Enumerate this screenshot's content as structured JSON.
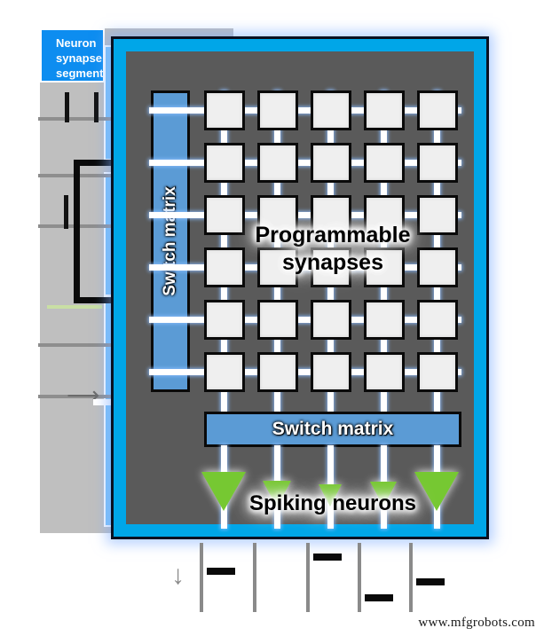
{
  "background_layer": {
    "neuron_box": {
      "lines": [
        "Neuron",
        "synapse",
        "segment"
      ]
    },
    "arrow_icon": "arrow-right",
    "panels": 3,
    "tick_marks": 6,
    "divider_lines": 5
  },
  "chip": {
    "switch_matrix_left_label": "Switch matrix",
    "switch_matrix_bottom_label": "Switch matrix",
    "synapses_label": "Programmable\nsynapses",
    "synapses_label_line1": "Programmable",
    "synapses_label_line2": "synapses",
    "neurons_label": "Spiking neurons",
    "grid": {
      "rows": 6,
      "cols": 5
    },
    "neurons": {
      "count": 5,
      "sizes": [
        34,
        22,
        18,
        20,
        34
      ]
    },
    "colors": {
      "border_blue": "#00A6E8",
      "die_gray": "#5A5A5A",
      "switch_matrix_blue": "#5B9BD5",
      "synapse_gray": "#EFEFEF",
      "neuron_green": "#76C832",
      "wire_white": "#FFFFFF"
    }
  },
  "raster": {
    "arrow_icon": "arrow-down",
    "lines": 5,
    "ticks": [
      {
        "line": 0,
        "side": "right",
        "y": 28
      },
      {
        "line": 2,
        "side": "right",
        "y": 12
      },
      {
        "line": 3,
        "side": "right",
        "y": 58
      },
      {
        "line": 4,
        "side": "right",
        "y": 40
      }
    ]
  },
  "watermark": {
    "text": "www.mfgrobots.com"
  }
}
